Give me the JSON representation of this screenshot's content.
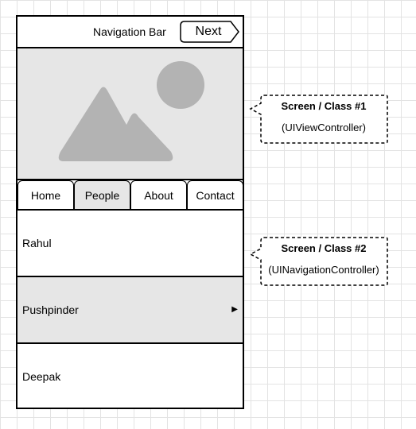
{
  "navbar": {
    "title": "Navigation Bar",
    "next_label": "Next"
  },
  "hero": {
    "icon": "image-placeholder-icon"
  },
  "tabs": [
    {
      "label": "Home",
      "active": false
    },
    {
      "label": "People",
      "active": true
    },
    {
      "label": "About",
      "active": false
    },
    {
      "label": "Contact",
      "active": false
    }
  ],
  "list": {
    "items": [
      {
        "label": "Rahul",
        "selected": false
      },
      {
        "label": "Pushpinder",
        "selected": true,
        "icon": "play-arrow-icon"
      },
      {
        "label": "Deepak",
        "selected": false
      }
    ]
  },
  "annotations": [
    {
      "title": "Screen / Class #1",
      "subtitle": "(UIViewController)"
    },
    {
      "title": "Screen / Class #2",
      "subtitle": "(UINavigationController)"
    }
  ],
  "colors": {
    "placeholder_fill": "#e6e6e6",
    "icon_fill": "#b3b3b3",
    "border": "#000000",
    "grid": "#e3e3e3"
  }
}
